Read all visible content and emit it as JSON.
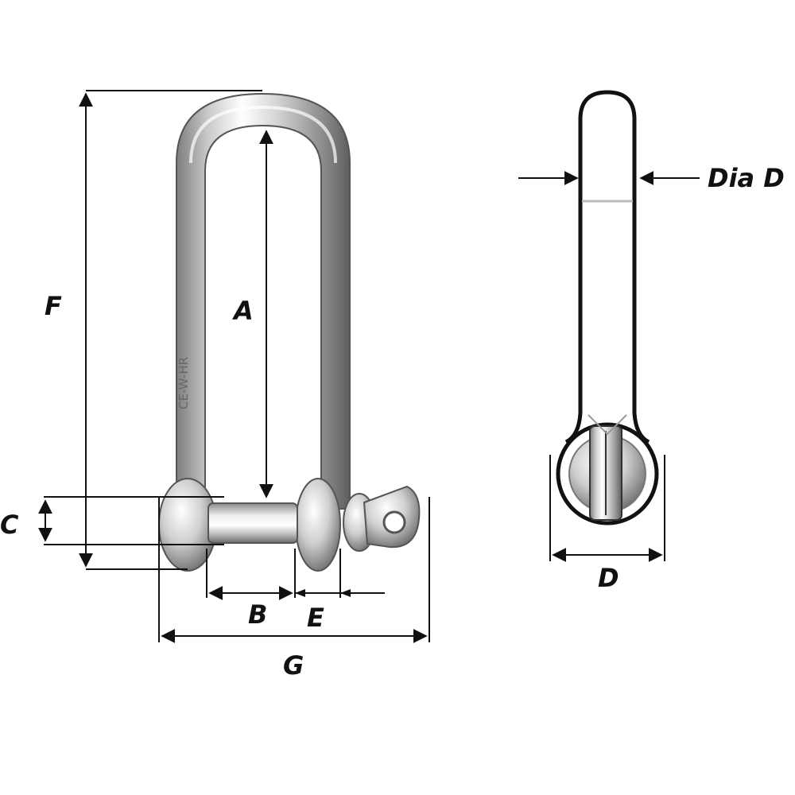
{
  "diagram": {
    "front_view": {
      "labels": {
        "A": "A",
        "B": "B",
        "C": "C",
        "E": "E",
        "F": "F",
        "G": "G"
      },
      "engraving": "CE-W-HR"
    },
    "side_view": {
      "labels": {
        "dia_d": "Dia D",
        "d": "D"
      }
    }
  }
}
